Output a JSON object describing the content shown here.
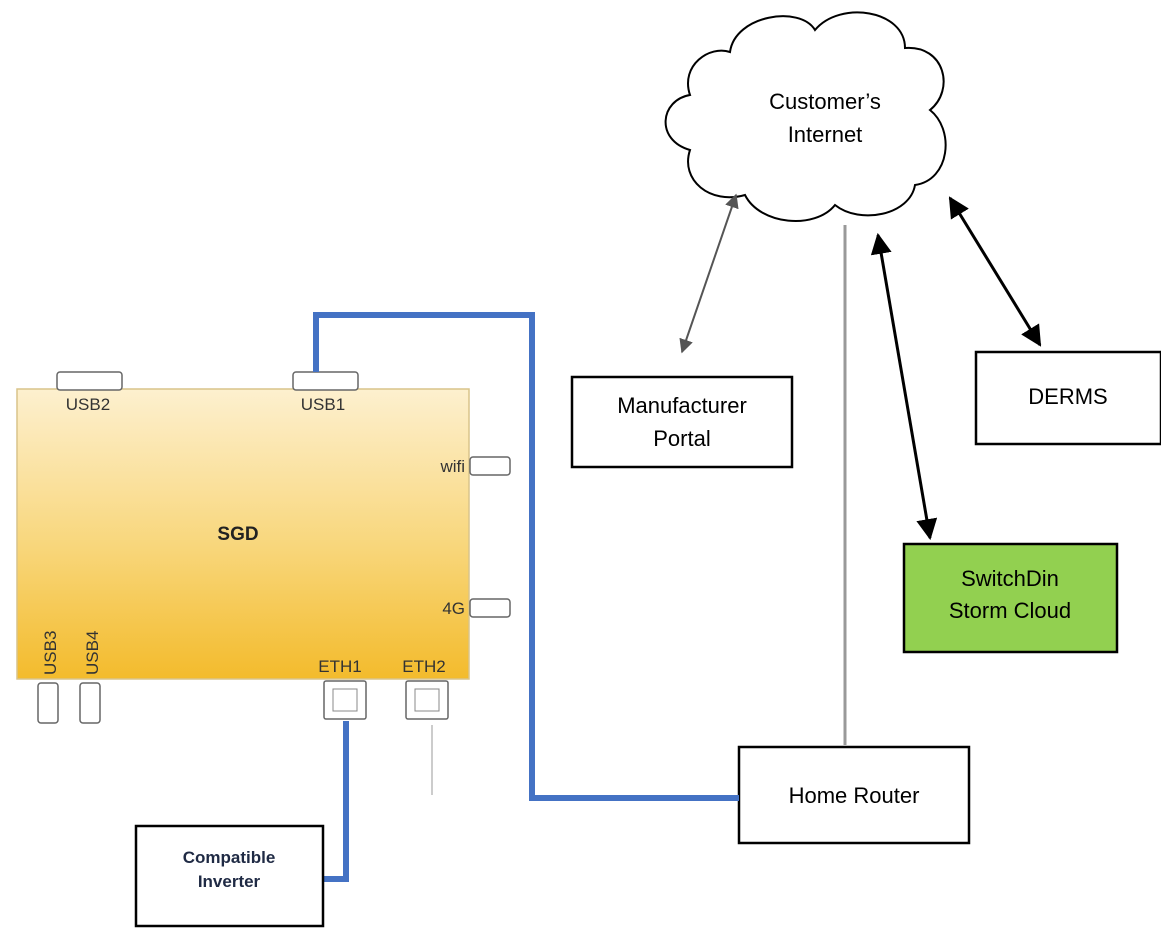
{
  "cloud": {
    "line1": "Customer’s",
    "line2": "Internet"
  },
  "sgd": {
    "label": "SGD",
    "ports": {
      "usb1": "USB1",
      "usb2": "USB2",
      "usb3": "USB3",
      "usb4": "USB4",
      "wifi": "wifi",
      "cell": "4G",
      "eth1": "ETH1",
      "eth2": "ETH2"
    }
  },
  "nodes": {
    "manufacturer_portal": {
      "line1": "Manufacturer",
      "line2": "Portal"
    },
    "derms": {
      "label": "DERMS"
    },
    "storm_cloud": {
      "line1": "SwitchDin",
      "line2": "Storm Cloud"
    },
    "home_router": {
      "label": "Home Router"
    },
    "inverter": {
      "line1": "Compatible",
      "line2": "Inverter"
    }
  },
  "colors": {
    "cable": "#4472c4",
    "storm_cloud_fill": "#92d050",
    "sgd_gradient_top": "#fbe7b6",
    "sgd_gradient_bottom": "#f4bd2e"
  }
}
